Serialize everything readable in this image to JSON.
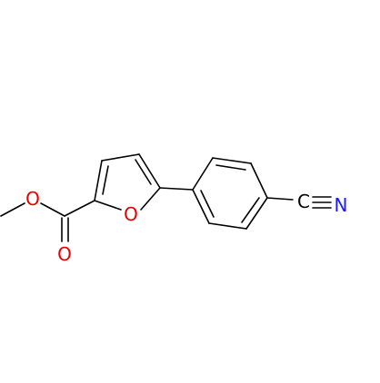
{
  "molecule": {
    "atoms": {
      "ester_oxygen": {
        "symbol": "O",
        "color": "#e60000"
      },
      "carbonyl_oxygen": {
        "symbol": "O",
        "color": "#e60000"
      },
      "furan_oxygen": {
        "symbol": "O",
        "color": "#e60000"
      },
      "nitrile_carbon": {
        "symbol": "C",
        "color": "#000000"
      },
      "nitrile_nitrogen": {
        "symbol": "N",
        "color": "#1a1aff"
      }
    },
    "bond_color": "#000000",
    "background": "#ffffff"
  }
}
